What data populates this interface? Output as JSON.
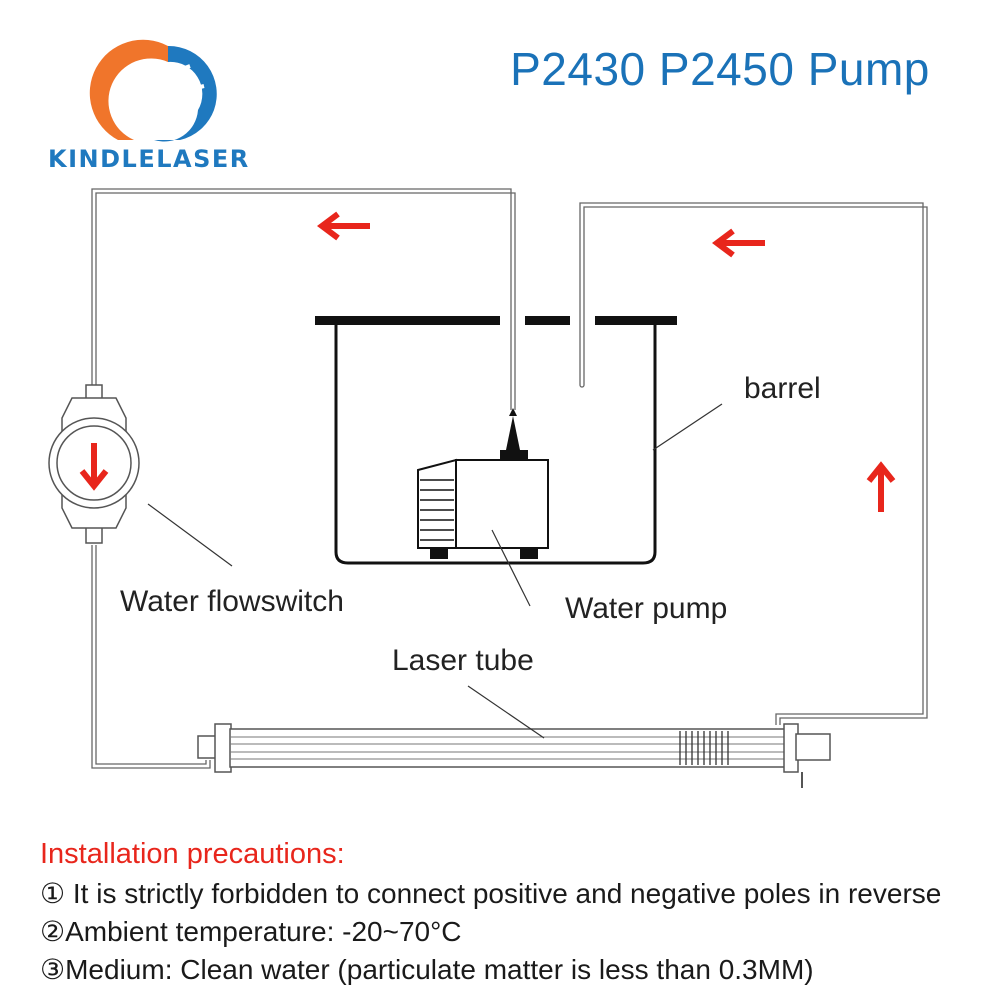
{
  "brand": {
    "name": "KINDLELASER",
    "logo": "sunrise-globe-logo",
    "colors": {
      "primary": "#1f79bf",
      "accent": "#f0752b"
    }
  },
  "title": "P2430 P2450 Pump",
  "labels": {
    "barrel": "barrel",
    "flowswitch": "Water flowswitch",
    "pump": "Water pump",
    "laser_tube": "Laser tube"
  },
  "flow_arrows": {
    "color": "#e8261c",
    "directions": [
      "left",
      "left",
      "up",
      "down"
    ]
  },
  "precautions": {
    "heading": "Installation precautions:",
    "items": [
      "① It is strictly forbidden to connect positive and negative poles in reverse",
      "②Ambient temperature: -20~70°C",
      "③Medium: Clean water (particulate matter is less than 0.3MM)"
    ]
  }
}
